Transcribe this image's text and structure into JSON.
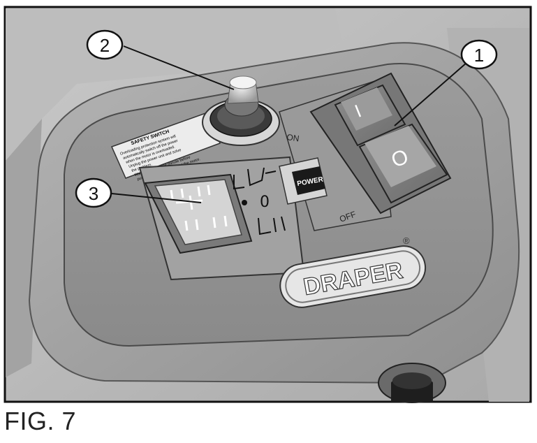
{
  "callouts": {
    "one": "1",
    "two": "2",
    "three": "3"
  },
  "safety_label": {
    "title": "SAFETY SWITCH",
    "lines": [
      "Overloading protection system will",
      "automatically switch off the power",
      "when the motor is overloaded.",
      "Unplug the power unit and solve",
      "the problem.",
      "Wait for at least one minute before",
      "pushing the button to restart the motor."
    ]
  },
  "power_switch": {
    "on_label": "ON",
    "off_label": "OFF",
    "power_label": "POWER",
    "on_symbol": "I",
    "off_symbol": "O"
  },
  "direction_switch": {
    "center_label": "0"
  },
  "brand": {
    "name": "DRAPER",
    "registered": "®"
  },
  "figure": {
    "caption": "FIG. 7"
  }
}
